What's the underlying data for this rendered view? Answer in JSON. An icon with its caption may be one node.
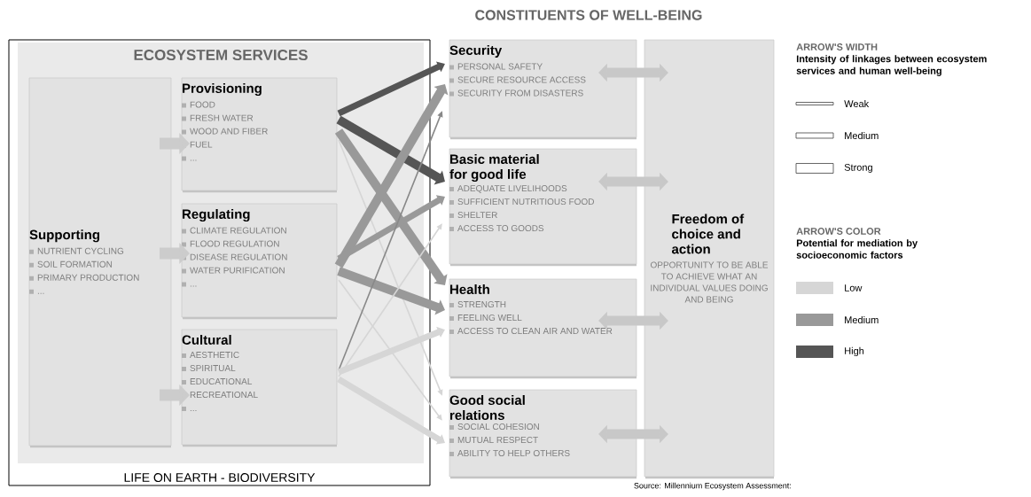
{
  "diagram": {
    "nodes": [
      {
        "text": [
          "LIFE ON EARTH - BIODIVERSITY"
        ]
      },
      {
        "text": [
          "ECOSYSTEM SERVICES"
        ],
        "in": 0
      },
      {
        "text": [
          "Supporting",
          "NUTRIENT CYCLING",
          "SOIL FORMATION",
          "PRIMARY PRODUCTION",
          "..."
        ],
        "in": 1
      },
      {
        "text": [
          "Provisioning",
          "FOOD",
          "FRESH WATER",
          "WOOD AND FIBER",
          "FUEL",
          "..."
        ],
        "in": 1
      },
      {
        "text": [
          "Regulating",
          "CLIMATE REGULATION",
          "FLOOD REGULATION",
          "DISEASE REGULATION",
          "WATER PURIFICATION",
          "..."
        ],
        "in": 1
      },
      {
        "text": [
          "Cultural",
          "AESTHETIC",
          "SPIRITUAL",
          "EDUCATIONAL",
          "RECREATIONAL",
          "..."
        ],
        "in": 1
      },
      {
        "text": [
          "Security",
          "PERSONAL SAFETY",
          "SECURE RESOURCE ACCESS",
          "SECURITY FROM DISASTERS"
        ]
      },
      {
        "text": [
          "Basic material for good life",
          "ADEQUATE LIVELIHOODS",
          "SUFFICIENT NUTRITIOUS FOOD",
          "SHELTER",
          "ACCESS TO GOODS"
        ]
      },
      {
        "text": [
          "Health",
          "STRENGTH",
          "FEELING WELL",
          "ACCESS TO CLEAN AIR AND WATER"
        ]
      },
      {
        "text": [
          "Good social relations",
          "SOCIAL COHESION",
          "MUTUAL RESPECT",
          "ABILITY TO HELP OTHERS"
        ]
      },
      {
        "text": [
          "Freedom of choice and action",
          "OPPORTUNITY TO BE ABLE TO ACHIEVE WHAT AN INDIVIDUAL VALUES DOING AND BEING"
        ]
      }
    ],
    "edges": [
      {
        "from": 2,
        "to": 3,
        "arrow": "to",
        "color": "#cccccc"
      },
      {
        "from": 2,
        "to": 4,
        "arrow": "to",
        "color": "#cccccc"
      },
      {
        "from": 2,
        "to": 5,
        "arrow": "to",
        "color": "#cccccc"
      },
      {
        "from": 3,
        "to": 6,
        "arrow": "to",
        "color": "#555555"
      },
      {
        "from": 3,
        "to": 7,
        "arrow": "to",
        "color": "#555555"
      },
      {
        "from": 3,
        "to": 8,
        "arrow": "to",
        "color": "#999999"
      },
      {
        "from": 3,
        "to": 9,
        "arrow": "to",
        "color": "#d6d6d6"
      },
      {
        "from": 4,
        "to": 6,
        "arrow": "to",
        "color": "#999999"
      },
      {
        "from": 4,
        "to": 7,
        "arrow": "to",
        "color": "#999999"
      },
      {
        "from": 4,
        "to": 8,
        "arrow": "to",
        "color": "#999999"
      },
      {
        "from": 4,
        "to": 9,
        "arrow": "to",
        "color": "#d6d6d6"
      },
      {
        "from": 5,
        "to": 6,
        "arrow": "to",
        "color": "#888888"
      },
      {
        "from": 5,
        "to": 7,
        "arrow": "to",
        "color": "#d6d6d6"
      },
      {
        "from": 5,
        "to": 8,
        "arrow": "to",
        "color": "#d6d6d6"
      },
      {
        "from": 5,
        "to": 9,
        "arrow": "to",
        "color": "#d6d6d6"
      },
      {
        "from": 6,
        "to": 10,
        "arrow": "both",
        "color": "#c8c8c8"
      },
      {
        "from": 7,
        "to": 10,
        "arrow": "both",
        "color": "#c8c8c8"
      },
      {
        "from": 8,
        "to": 10,
        "arrow": "both",
        "color": "#c8c8c8"
      },
      {
        "from": 9,
        "to": 10,
        "arrow": "both",
        "color": "#c8c8c8"
      }
    ],
    "labels": [
      "CONSTITUENTS OF WELL-BEING",
      "ARROW'S WIDTH",
      "Intensity of linkages between ecosystem services and human well-being",
      "ARROW'S COLOR",
      "Potential for mediation by socioeconomic factors",
      "Source: Millennium Ecosystem Assessment:"
    ],
    "legend": [
      {
        "text": "Weak"
      },
      {
        "text": "Medium"
      },
      {
        "text": "Strong"
      },
      {
        "text": "Low",
        "color": "#d6d6d6"
      },
      {
        "text": "Medium",
        "color": "#999999"
      },
      {
        "text": "High",
        "color": "#555555"
      }
    ]
  }
}
